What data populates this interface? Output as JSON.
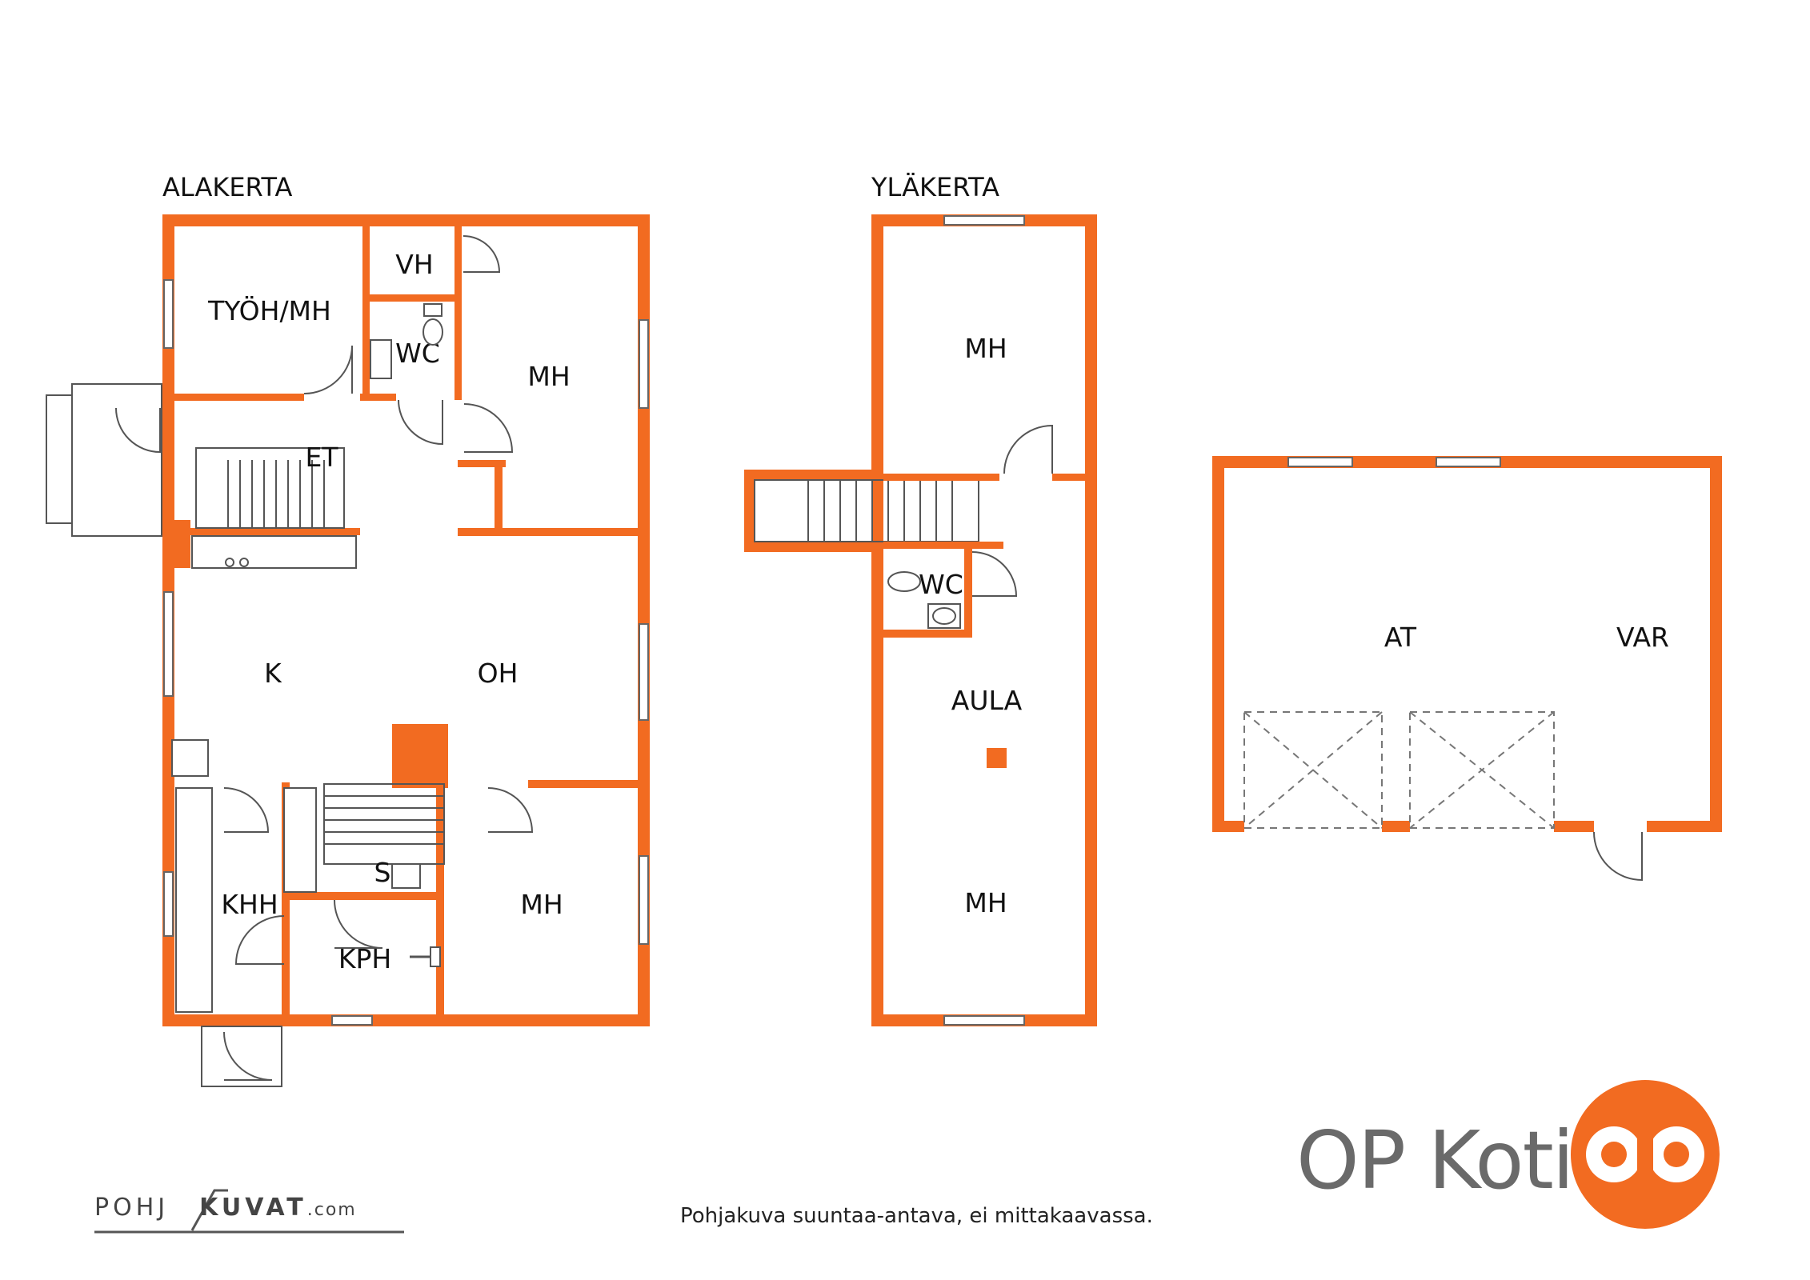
{
  "floors": {
    "ground": {
      "title": "ALAKERTA",
      "rooms": {
        "tyoh_mh": "TYÖH/MH",
        "vh": "VH",
        "wc": "WC",
        "mh_top": "MH",
        "et": "ET",
        "k": "K",
        "oh": "OH",
        "khh": "KHH",
        "s": "S",
        "kph": "KPH",
        "mh_bottom": "MH"
      }
    },
    "upper": {
      "title": "YLÄKERTA",
      "rooms": {
        "mh_top": "MH",
        "wc": "WC",
        "aula": "AULA",
        "mh_bottom": "MH"
      }
    },
    "garage": {
      "rooms": {
        "at": "AT",
        "var": "VAR"
      }
    }
  },
  "footer": {
    "note": "Pohjakuva suuntaa-antava, ei mittakaavassa.",
    "brand": "OP Koti",
    "pk_left": "POHJ",
    "pk_right": "KUVAT",
    "pk_suffix": ".com"
  },
  "colors": {
    "wall": "#f26b21",
    "brand_text": "#6a6a6a"
  },
  "icons": [
    "op-logo-icon",
    "toilet-icon",
    "sink-icon",
    "shower-icon",
    "stove-icon"
  ]
}
